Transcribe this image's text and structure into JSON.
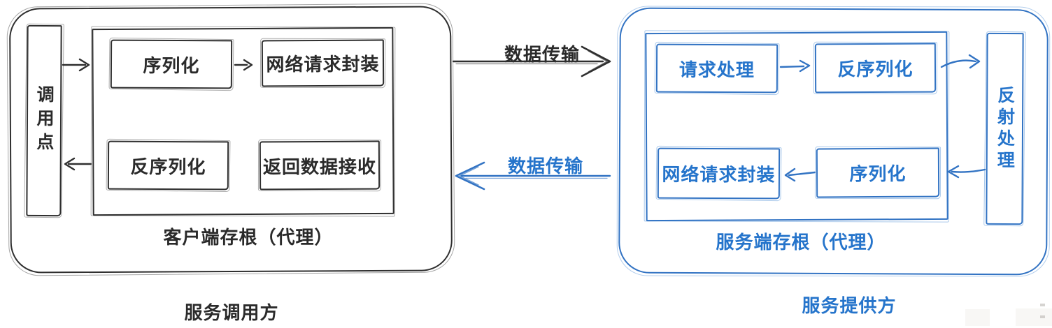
{
  "colors": {
    "ink": "#2f2f2f",
    "blue_stroke": "#3273c3",
    "blue_text": "#2574cb",
    "background": "#ffffff"
  },
  "caller": {
    "region_label": "服务调用方",
    "call_point_label": "调用点",
    "stub_label": "客户端存根（代理）",
    "boxes": {
      "serialize": "序列化",
      "net_request": "网络请求封装",
      "deserialize": "反序列化",
      "return_receive": "返回数据接收"
    }
  },
  "transfer": {
    "request_label": "数据传输",
    "response_label": "数据传输"
  },
  "provider": {
    "region_label": "服务提供方",
    "stub_label": "服务端存根（代理）",
    "reflection_label": "反射处理",
    "boxes": {
      "request_handle": "请求处理",
      "deserialize": "反序列化",
      "net_request": "网络请求封装",
      "serialize": "序列化"
    }
  }
}
